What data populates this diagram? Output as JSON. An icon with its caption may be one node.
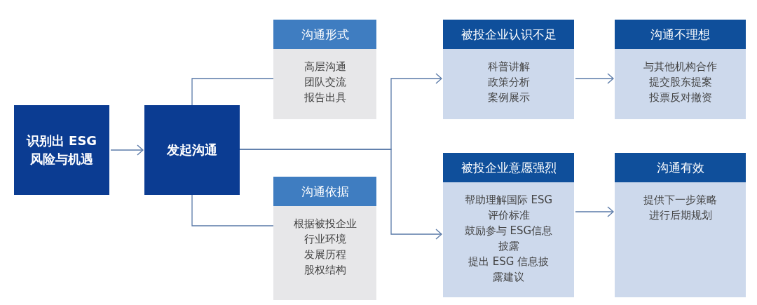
{
  "diagram": {
    "nodes": [
      {
        "text": [
          "识别出 ESG风险与机遇"
        ]
      },
      {
        "text": [
          "发起沟通"
        ]
      },
      {
        "text": [
          "沟通形式",
          "高层沟通",
          "团队交流",
          "报告出具"
        ]
      },
      {
        "text": [
          "沟通依据",
          "根据被投企业",
          "行业环境",
          "发展历程",
          "股权结构"
        ]
      },
      {
        "text": [
          "被投企业认识不足",
          "科普讲解",
          "政策分析",
          "案例展示"
        ]
      },
      {
        "text": [
          "沟通不理想",
          "与其他机构合作",
          "提交股东提案",
          "投票反对撤资"
        ]
      },
      {
        "text": [
          "被投企业意愿强烈",
          "帮助理解国际 ESG评价标准",
          "鼓励参与 ESG信息披露",
          "提出 ESG 信息披露建议"
        ]
      },
      {
        "text": [
          "沟通有效",
          "提供下一步策略",
          "进行后期规划"
        ]
      }
    ],
    "edges": [
      {
        "from": 0,
        "to": 1,
        "arrow": "to"
      },
      {
        "from": 1,
        "to": 2,
        "arrow": "none"
      },
      {
        "from": 1,
        "to": 3,
        "arrow": "none"
      },
      {
        "from": 1,
        "to": 4,
        "arrow": "to"
      },
      {
        "from": 1,
        "to": 6,
        "arrow": "to"
      },
      {
        "from": 4,
        "to": 5,
        "arrow": "to"
      },
      {
        "from": 6,
        "to": 7,
        "arrow": "to"
      }
    ]
  }
}
